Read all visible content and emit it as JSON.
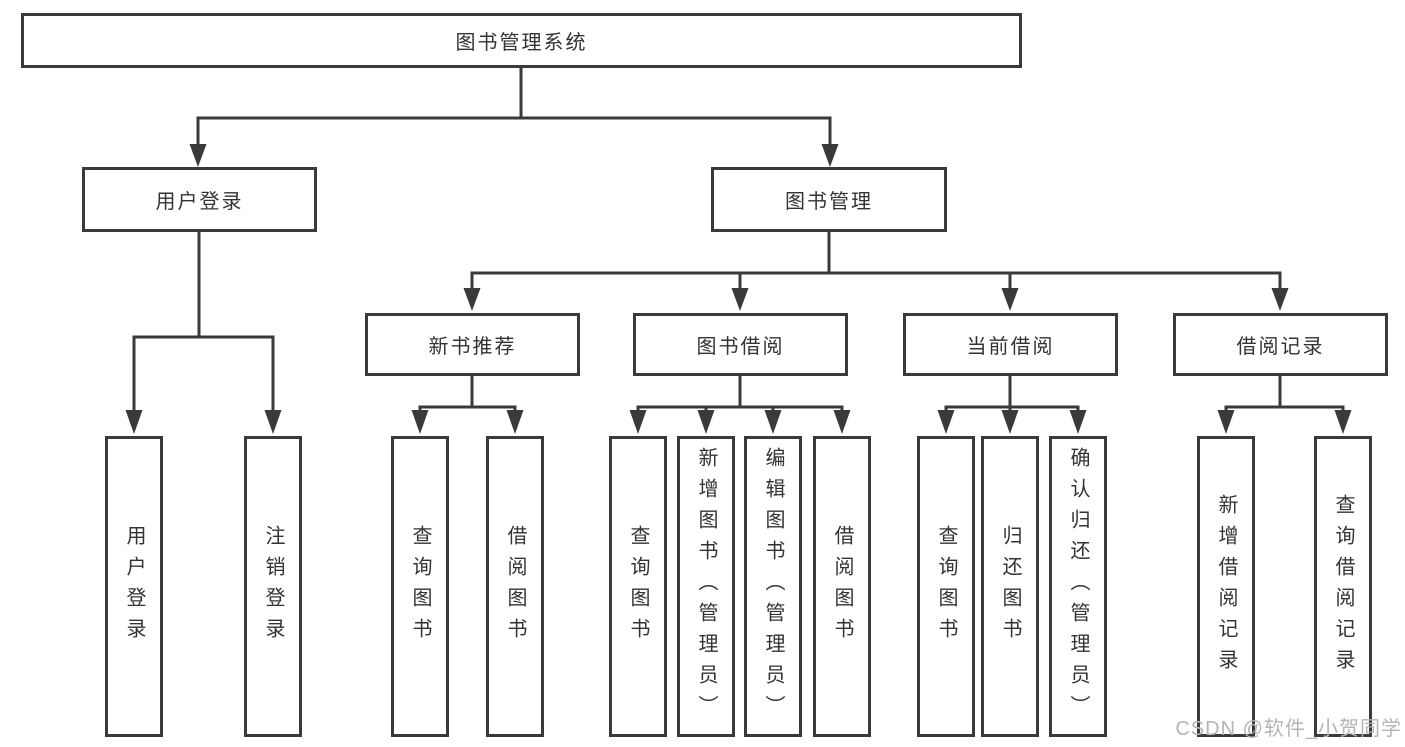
{
  "diagram": {
    "root": {
      "id": "library-management-system",
      "label": "图书管理系统"
    },
    "level2": [
      {
        "id": "user-login",
        "label": "用户登录",
        "parent": "library-management-system"
      },
      {
        "id": "book-management",
        "label": "图书管理",
        "parent": "library-management-system"
      }
    ],
    "level3": [
      {
        "id": "new-book-recommend",
        "label": "新书推荐",
        "parent": "book-management"
      },
      {
        "id": "book-borrowing",
        "label": "图书借阅",
        "parent": "book-management"
      },
      {
        "id": "current-borrowing",
        "label": "当前借阅",
        "parent": "book-management"
      },
      {
        "id": "borrowing-records",
        "label": "借阅记录",
        "parent": "book-management"
      }
    ],
    "leaves": [
      {
        "id": "user-login-action",
        "label": "用户登录",
        "parent": "user-login"
      },
      {
        "id": "logout-action",
        "label": "注销登录",
        "parent": "user-login"
      },
      {
        "id": "query-books-1",
        "label": "查询图书",
        "parent": "new-book-recommend"
      },
      {
        "id": "borrow-books-1",
        "label": "借阅图书",
        "parent": "new-book-recommend"
      },
      {
        "id": "query-books-2",
        "label": "查询图书",
        "parent": "book-borrowing"
      },
      {
        "id": "add-books-admin",
        "label": "新增图书（管理员）",
        "parent": "book-borrowing"
      },
      {
        "id": "edit-books-admin",
        "label": "编辑图书（管理员）",
        "parent": "book-borrowing"
      },
      {
        "id": "borrow-books-2",
        "label": "借阅图书",
        "parent": "book-borrowing"
      },
      {
        "id": "query-books-3",
        "label": "查询图书",
        "parent": "current-borrowing"
      },
      {
        "id": "return-books",
        "label": "归还图书",
        "parent": "current-borrowing"
      },
      {
        "id": "confirm-return-admin",
        "label": "确认归还（管理员）",
        "parent": "current-borrowing"
      },
      {
        "id": "add-borrow-record",
        "label": "新增借阅记录",
        "parent": "borrowing-records"
      },
      {
        "id": "query-borrow-record",
        "label": "查询借阅记录",
        "parent": "borrowing-records"
      }
    ]
  },
  "watermark": {
    "text": "CSDN @软件_小贺同学",
    "color": "#b4b4b4"
  },
  "colors": {
    "line": "#3a3a3a",
    "text": "#333333",
    "box_background": "#ffffff",
    "page_background": "#ffffff"
  }
}
